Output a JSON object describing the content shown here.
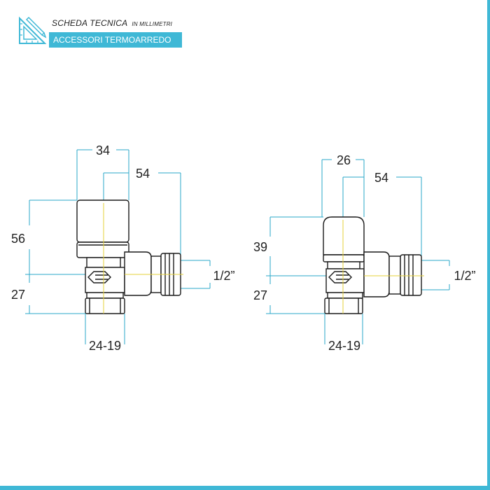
{
  "header": {
    "title": "Scheda Tecnica",
    "subtitle": "in millimetri",
    "badge": "ACCESSORI TERMOARREDO"
  },
  "left_valve": {
    "dim_width_top": "34",
    "dim_offset": "54",
    "dim_height_upper": "56",
    "dim_height_lower": "27",
    "dim_thread": "1/2”",
    "dim_bottom": "24-19"
  },
  "right_valve": {
    "dim_width_top": "26",
    "dim_offset": "54",
    "dim_height_upper": "39",
    "dim_height_lower": "27",
    "dim_thread": "1/2”",
    "dim_bottom": "24-19"
  },
  "colors": {
    "accent": "#3fb8d6",
    "dimension_line": "#2aa7c9",
    "center_line": "#e6d23a",
    "outline": "#1a1a1a"
  }
}
